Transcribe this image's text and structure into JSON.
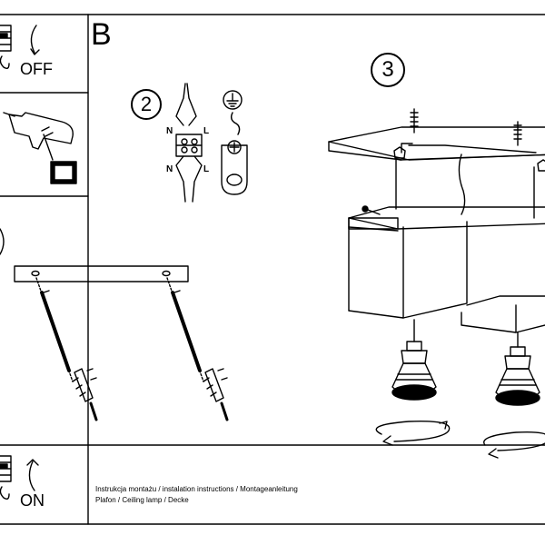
{
  "panel_b": {
    "letter": "B"
  },
  "power": {
    "off_label": "OFF",
    "on_label": "ON"
  },
  "steps": {
    "wiring": "2",
    "mounting": "3"
  },
  "wires": {
    "neutral": "N",
    "live": "L"
  },
  "footer": {
    "line1": "Instrukcja montażu / instalation instructions / Montageanleitung",
    "line2": "Plafon / Ceiling lamp / Decke"
  }
}
